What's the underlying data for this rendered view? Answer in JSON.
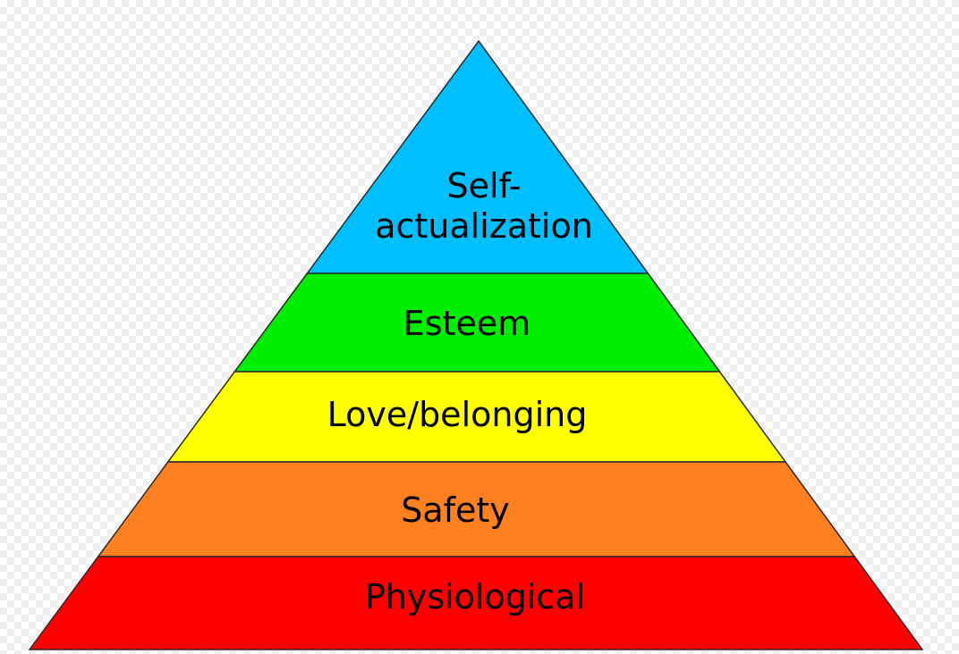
{
  "pyramid": {
    "tiers": [
      {
        "id": "self-actualization",
        "lines": [
          "Self-",
          "actualization"
        ],
        "color": "#00bfff"
      },
      {
        "id": "esteem",
        "lines": [
          "Esteem"
        ],
        "color": "#00ef00"
      },
      {
        "id": "love-belonging",
        "lines": [
          "Love/belonging"
        ],
        "color": "#ffff00"
      },
      {
        "id": "safety",
        "lines": [
          "Safety"
        ],
        "color": "#ff8020"
      },
      {
        "id": "physiological",
        "lines": [
          "Physiological"
        ],
        "color": "#ff0000"
      }
    ]
  }
}
